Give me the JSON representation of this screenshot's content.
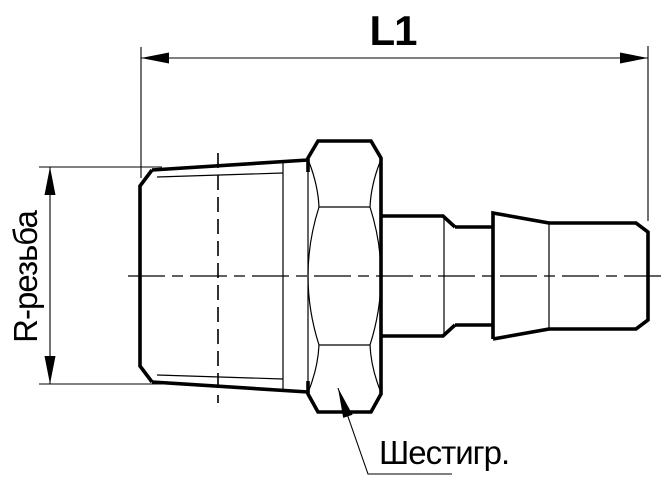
{
  "drawing": {
    "type": "technical-drawing",
    "subject": "threaded hose fitting with hex nut (side view)",
    "labels": {
      "length_dimension": "L1",
      "thread_dimension": "R-резьба",
      "hex_callout": "Шестигр."
    },
    "colors": {
      "line": "#000000",
      "background": "#ffffff"
    }
  }
}
